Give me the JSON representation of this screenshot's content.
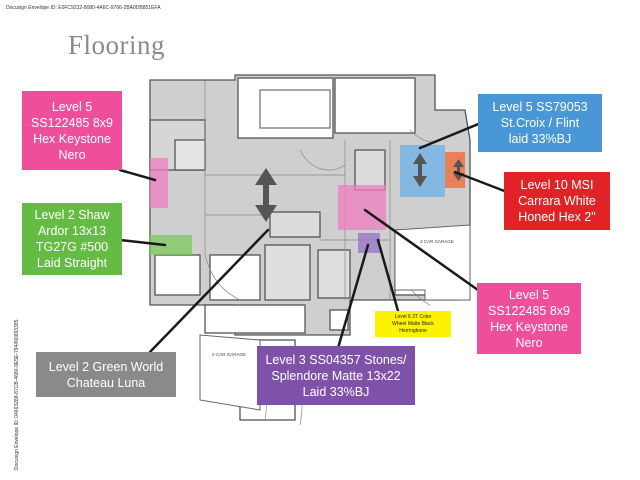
{
  "docusign": {
    "top": "Docusign Envelope ID: E0FC9232-8080-4A6C-9766-2BA0DB851EFA",
    "side": "Docusign Envelope ID: 04663288-87CB-4680-9E5E-794490693385"
  },
  "title": "Flooring",
  "colors": {
    "pink": "#ee4e9c",
    "blue": "#4a97d8",
    "red": "#e12226",
    "green": "#66bb44",
    "gray": "#8a8a8a",
    "purple": "#7e52a8",
    "yellow": "#fff200"
  },
  "callouts": {
    "pink_top": [
      "Level 5",
      "SS122485 8x9",
      "Hex Keystone",
      "Nero"
    ],
    "blue_top": [
      "Level 5 SS79053",
      "St.Croix / Flint",
      "laid 33%BJ"
    ],
    "red": [
      "Level 10 MSI",
      "Carrara White",
      "Honed Hex 2\""
    ],
    "green": [
      "Level 2 Shaw",
      "Ardor 13x13",
      "TG27G #500",
      "Laid Straight"
    ],
    "pink_bottom": [
      "Level 5",
      "SS122485 8x9",
      "Hex Keystone",
      "Nero"
    ],
    "yellow": [
      "Level 6 3T Color",
      "Wheel Matte Black",
      "Herringbone"
    ],
    "gray": [
      "Level 2 Green World",
      "Chateau Luna"
    ],
    "purple": [
      "Level 3 SS04357 Stones/",
      "Splendore Matte 13x22",
      "Laid 33%BJ"
    ]
  },
  "plan_labels": {
    "garage_right": "3 CAR GARAGE",
    "garage_bottom": "2-CAR GARAGE"
  }
}
